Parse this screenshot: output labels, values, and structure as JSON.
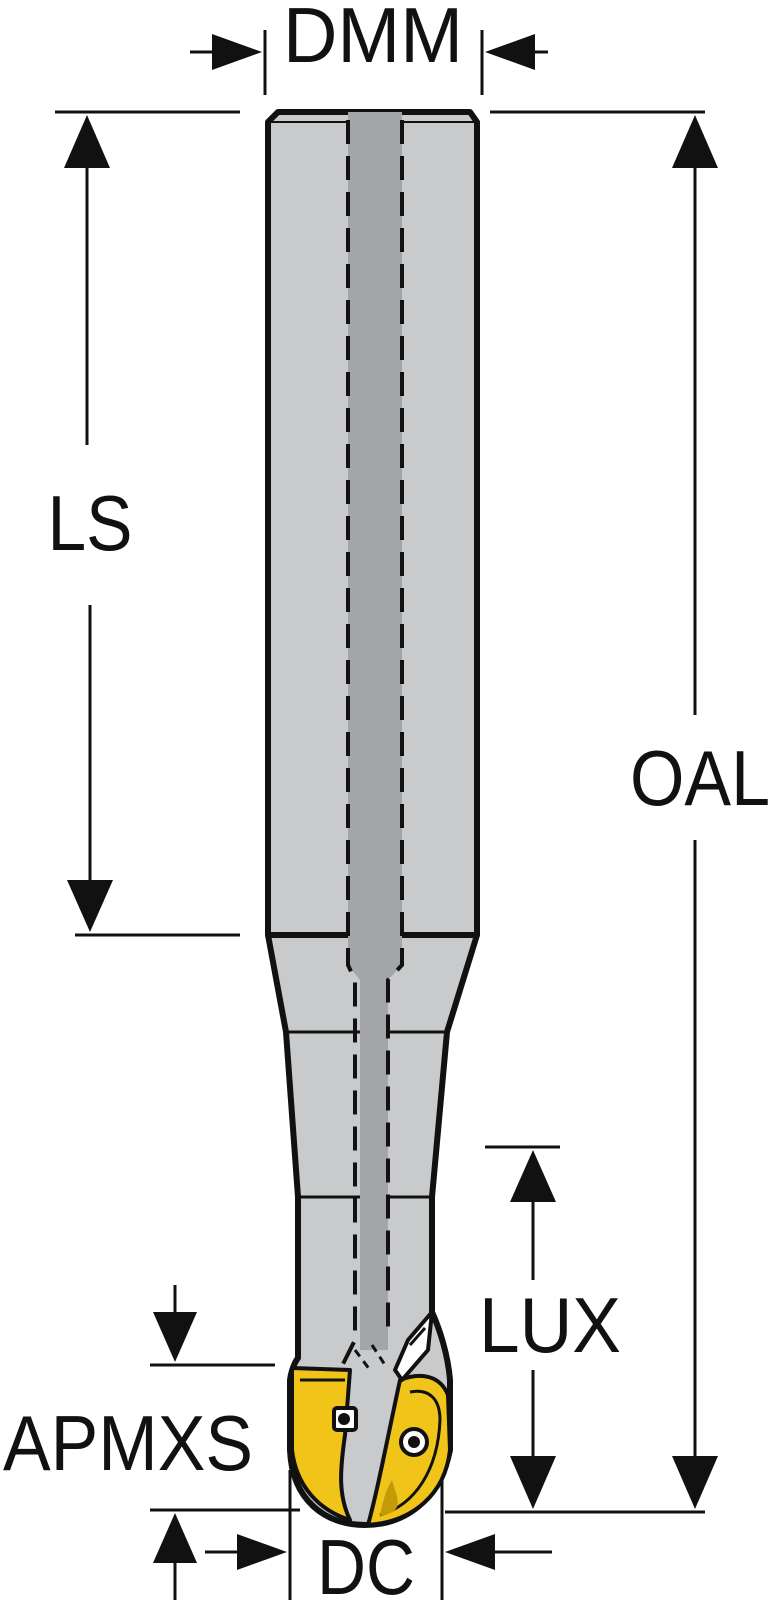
{
  "labels": {
    "dmm": "DMM",
    "ls": "LS",
    "oal": "OAL",
    "lux": "LUX",
    "apmxs": "APMXS",
    "dc": "DC"
  },
  "colors": {
    "line": "#111111",
    "shank": "#c9cacb",
    "coolant_channel": "#a3a5a8",
    "insert": "#f0c419",
    "insert_shade": "#c49a08",
    "background": "#ffffff"
  },
  "icons": {
    "arrowhead": "solid-triangle-arrowhead",
    "screw": "torx-screw-icon"
  }
}
